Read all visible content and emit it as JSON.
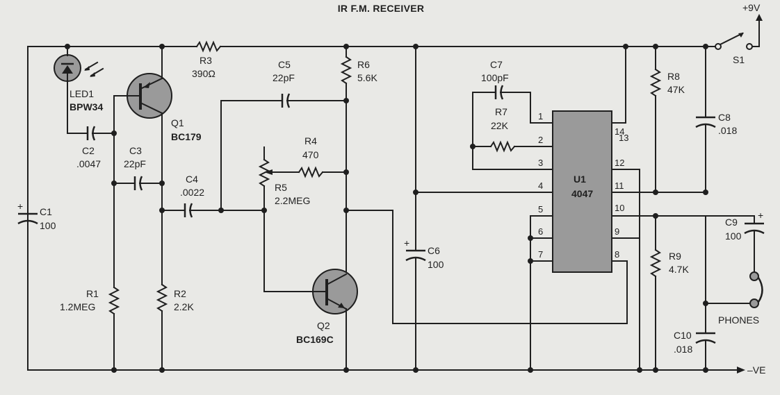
{
  "title": "IR F.M. RECEIVER",
  "supply": {
    "positive": "+9V",
    "negative": "–VE",
    "switch": "S1"
  },
  "components": {
    "LED1": {
      "ref": "LED1",
      "value": "BPW34"
    },
    "Q1": {
      "ref": "Q1",
      "value": "BC179"
    },
    "Q2": {
      "ref": "Q2",
      "value": "BC169C"
    },
    "R1": {
      "ref": "R1",
      "value": "1.2MEG"
    },
    "R2": {
      "ref": "R2",
      "value": "2.2K"
    },
    "R3": {
      "ref": "R3",
      "value": "390Ω"
    },
    "R4": {
      "ref": "R4",
      "value": "470"
    },
    "R5": {
      "ref": "R5",
      "value": "2.2MEG"
    },
    "R6": {
      "ref": "R6",
      "value": "5.6K"
    },
    "R7": {
      "ref": "R7",
      "value": "22K"
    },
    "R8": {
      "ref": "R8",
      "value": "47K"
    },
    "R9": {
      "ref": "R9",
      "value": "4.7K"
    },
    "C1": {
      "ref": "C1",
      "value": "100"
    },
    "C2": {
      "ref": "C2",
      "value": ".0047"
    },
    "C3": {
      "ref": "C3",
      "value": "22pF"
    },
    "C4": {
      "ref": "C4",
      "value": ".0022"
    },
    "C5": {
      "ref": "C5",
      "value": "22pF"
    },
    "C6": {
      "ref": "C6",
      "value": "100"
    },
    "C7": {
      "ref": "C7",
      "value": "100pF"
    },
    "C8": {
      "ref": "C8",
      "value": ".018"
    },
    "C9": {
      "ref": "C9",
      "value": "100"
    },
    "C10": {
      "ref": "C10",
      "value": ".018"
    },
    "U1": {
      "ref": "U1",
      "value": "4047"
    }
  },
  "u1_pins": [
    "1",
    "2",
    "3",
    "4",
    "5",
    "6",
    "7",
    "8",
    "9",
    "10",
    "11",
    "12",
    "13",
    "14"
  ],
  "phones": "PHONES",
  "polarity_mark": "+"
}
